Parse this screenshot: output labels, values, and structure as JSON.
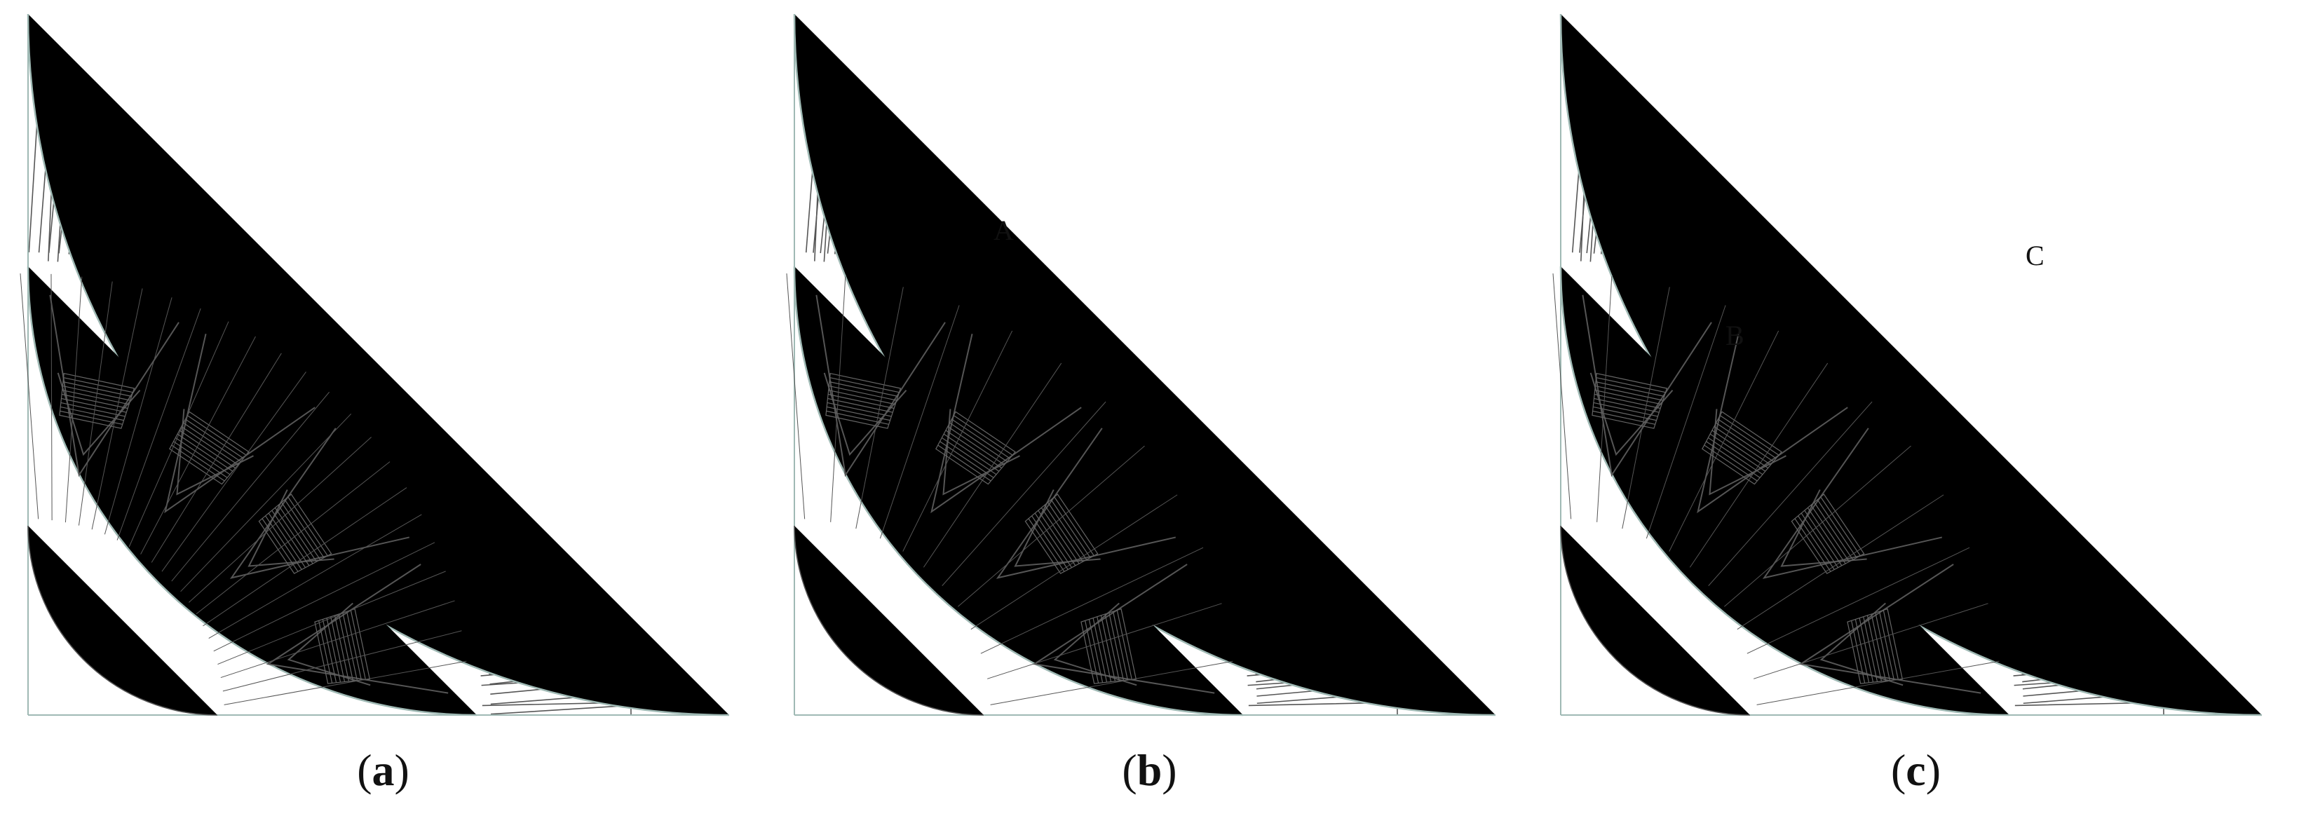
{
  "figure": {
    "panels": [
      {
        "id": "a",
        "caption_open": "(",
        "caption_letter": "a",
        "caption_close": ")",
        "labels": []
      },
      {
        "id": "b",
        "caption_open": "(",
        "caption_letter": "b",
        "caption_close": ")",
        "labels": [
          "A"
        ]
      },
      {
        "id": "c",
        "caption_open": "(",
        "caption_letter": "c",
        "caption_close": ")",
        "labels": [
          "B",
          "C"
        ]
      }
    ]
  },
  "colors": {
    "line": "#555555",
    "outline": "#9fb9b4",
    "hatch": "#666666",
    "background": "#ffffff"
  }
}
